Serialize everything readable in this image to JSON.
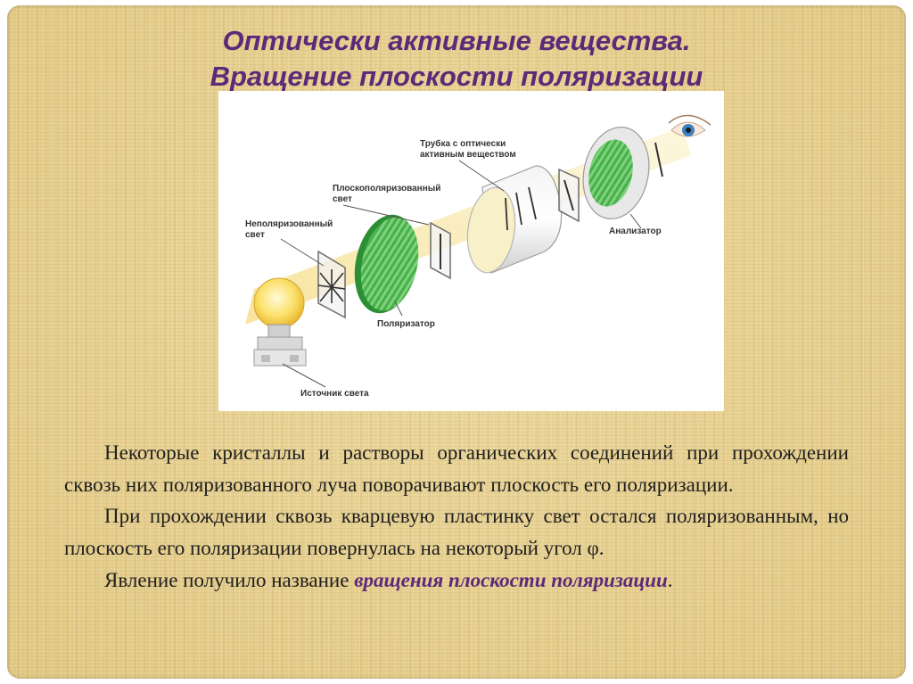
{
  "title": {
    "line1": "Оптически активные вещества.",
    "line2": "Вращение плоскости поляризации"
  },
  "figure": {
    "labels": {
      "tube_line1": "Трубка с оптически",
      "tube_line2": "активным веществом",
      "plane_line1": "Плоскополяризованный",
      "plane_line2": "свет",
      "unpol_line1": "Неполяризованный",
      "unpol_line2": "свет",
      "polarizer": "Поляризатор",
      "analyzer": "Анализатор",
      "source": "Источник света"
    }
  },
  "paragraphs": {
    "p1": "Некоторые кристаллы и растворы органических соединений при прохождении сквозь них поляризованного луча поворачивают плоскость его поляризации.",
    "p2": "При прохождении сквозь кварцевую пластинку свет остался поляризованным, но плоскость его поляризации повернулась на некоторый угол φ.",
    "p3_before": "Явление получило название",
    "p3_term": "вращения плоскости поляризации",
    "p3_after": "."
  }
}
